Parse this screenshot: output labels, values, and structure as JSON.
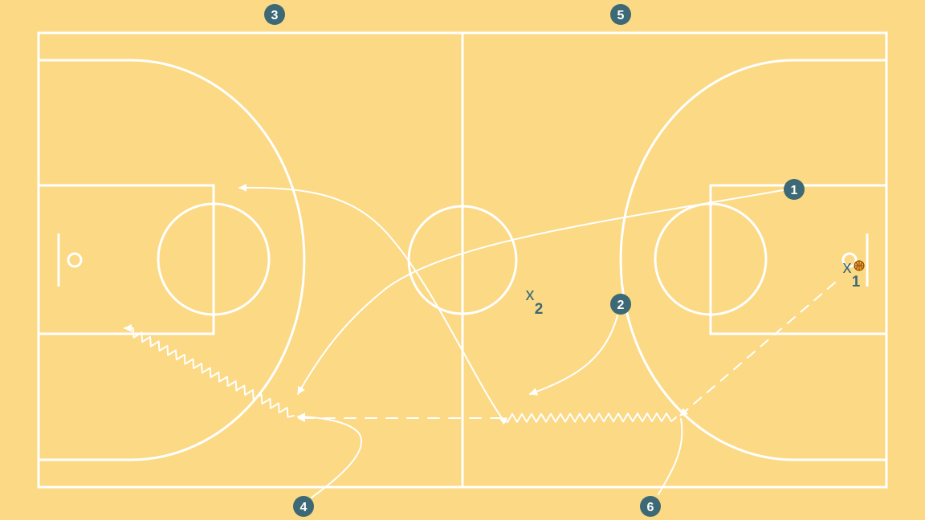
{
  "colors": {
    "floor": "#FBD985",
    "line": "#FFFFFF",
    "player_fill": "#3C6975",
    "player_text": "#FFFFFF",
    "defender": "#3C6975",
    "ball": "#F0A030"
  },
  "players": [
    {
      "id": "p1",
      "label": "1"
    },
    {
      "id": "p2",
      "label": "2"
    },
    {
      "id": "p3",
      "label": "3"
    },
    {
      "id": "p4",
      "label": "4"
    },
    {
      "id": "p5",
      "label": "5"
    },
    {
      "id": "p6",
      "label": "6"
    }
  ],
  "defenders": [
    {
      "id": "x1",
      "letter": "x",
      "number": "1"
    },
    {
      "id": "x2",
      "letter": "x",
      "number": "2"
    }
  ],
  "ball": {
    "icon": "basketball-icon",
    "holder": "x1"
  }
}
